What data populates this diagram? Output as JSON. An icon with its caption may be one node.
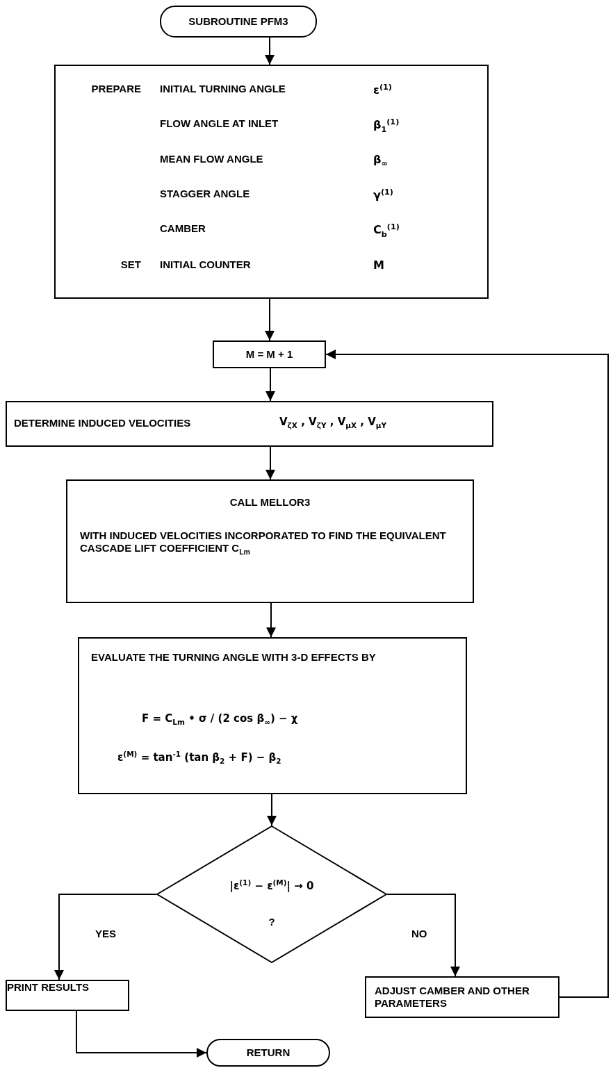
{
  "diagram": {
    "nodes": [
      {
        "text": [
          "SUBROUTINE PFM3"
        ]
      },
      {
        "text": [
          "PREPARE",
          "INITIAL TURNING ANGLE",
          "ε$^{(1)}$",
          "FLOW ANGLE AT INLET",
          "β$_{1}$$^{(1)}$",
          "MEAN FLOW ANGLE",
          "β$_{∞}$",
          "STAGGER ANGLE",
          "γ$^{(1)}$",
          "CAMBER",
          "C$_{b}$$^{(1)}$",
          "SET",
          "INITIAL COUNTER",
          "M"
        ]
      },
      {
        "text": [
          "M = M + 1"
        ]
      },
      {
        "text": [
          "DETERMINE INDUCED VELOCITIES",
          "V$_{ζX}$ , V$_{ζY}$ , V$_{μX}$ , V$_{μY}$"
        ]
      },
      {
        "text": [
          "CALL MELLOR3",
          "WITH INDUCED VELOCITIES INCORPORATED TO FIND THE EQUIVALENT CASCADE LIFT COEFFICIENT C$_{Lm}$"
        ]
      },
      {
        "text": [
          "EVALUATE THE TURNING ANGLE WITH 3-D EFFECTS BY",
          "F = C$_{Lm}$ • σ / (2 cos β$_{∞}$) − χ",
          "ε$^{(M)}$ = tan$^{-1}$ (tan β$_{2}$ + F) − β$_{2}$"
        ]
      },
      {
        "text": [
          "|ε$^{(1)}$ − ε$^{(M)}$| → 0",
          "?"
        ]
      },
      {
        "text": [
          "PRINT RESULTS"
        ]
      },
      {
        "text": [
          "ADJUST CAMBER AND OTHER PARAMETERS"
        ]
      },
      {
        "text": [
          "RETURN"
        ]
      }
    ],
    "edges": [
      {
        "from": 0,
        "to": 1,
        "arrow": "to"
      },
      {
        "from": 1,
        "to": 2,
        "arrow": "to"
      },
      {
        "from": 2,
        "to": 3,
        "arrow": "to"
      },
      {
        "from": 3,
        "to": 4,
        "arrow": "to"
      },
      {
        "from": 4,
        "to": 5,
        "arrow": "to"
      },
      {
        "from": 5,
        "to": 6,
        "arrow": "to"
      },
      {
        "from": 6,
        "to": 7,
        "arrow": "to",
        "label": "YES"
      },
      {
        "from": 6,
        "to": 8,
        "arrow": "to",
        "label": "NO"
      },
      {
        "from": 7,
        "to": 9,
        "arrow": "to"
      },
      {
        "from": 8,
        "to": 2,
        "arrow": "to"
      }
    ]
  }
}
